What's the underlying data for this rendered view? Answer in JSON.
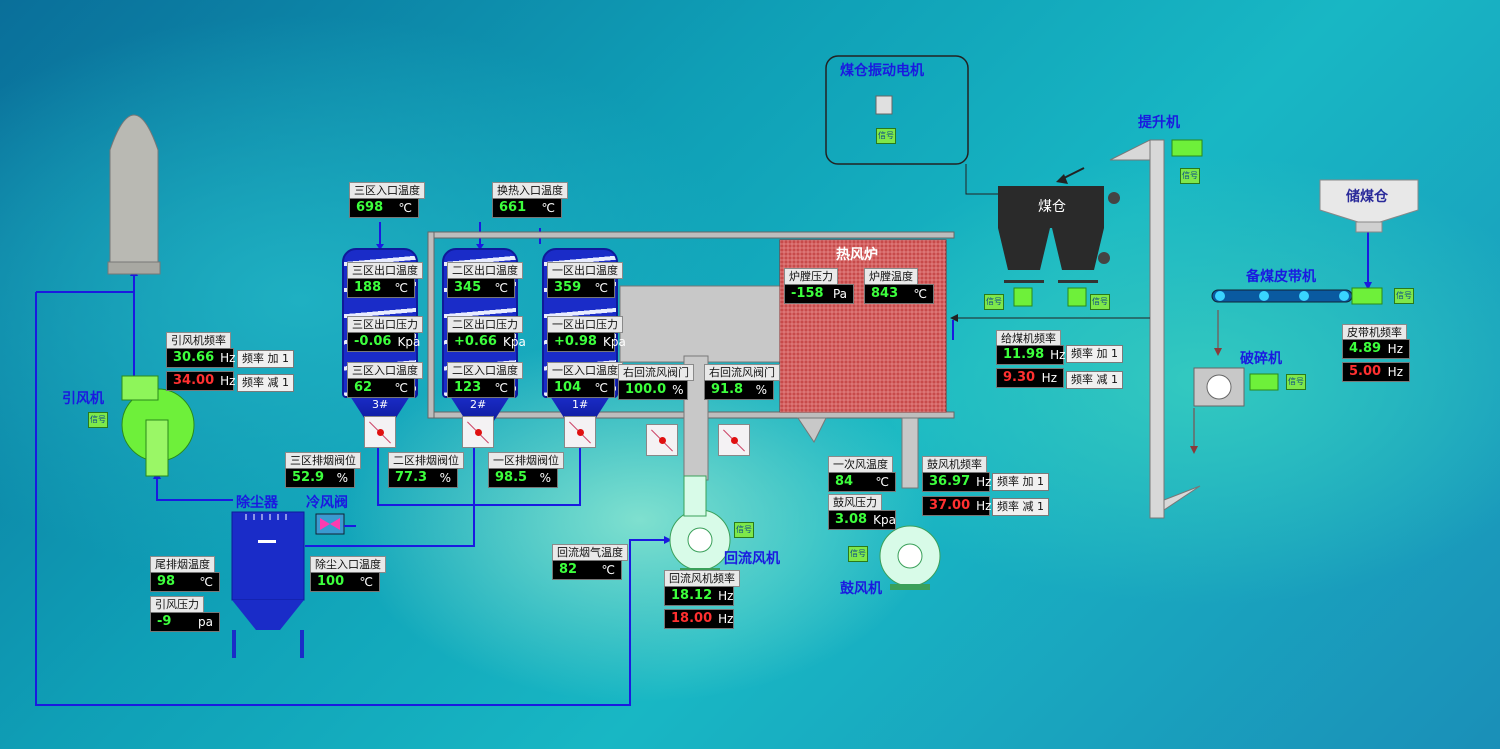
{
  "colors": {
    "pipe": "#1a1ae0",
    "value_green": "#3dff3d",
    "value_red": "#ff3030",
    "tag_green": "#7ee84a"
  },
  "icons": {
    "tag": "status-tag-icon",
    "valve": "damper-valve-icon",
    "fan": "fan-icon",
    "motor": "motor-icon"
  },
  "equipment": {
    "induced_fan": "引风机",
    "dust_collector": "除尘器",
    "cold_valve": "冷风阀",
    "return_fan": "回流风机",
    "blower": "鼓风机",
    "hot_furnace": "热风炉",
    "coal_bin": "煤仓",
    "coal_motor": "煤仓振动电机",
    "elevator": "提升机",
    "storage_bin": "储煤仓",
    "belt": "备煤皮带机",
    "crusher": "破碎机",
    "tower3": "3#",
    "tower2": "2#",
    "tower1": "1#",
    "tag_text": "信号"
  },
  "readings": {
    "zone3_inlet_temp": {
      "label": "三区入口温度",
      "value": "698",
      "unit": "℃"
    },
    "hx_inlet_temp": {
      "label": "换热入口温度",
      "value": "661",
      "unit": "℃"
    },
    "t3_out_temp": {
      "label": "三区出口温度",
      "value": "188",
      "unit": "℃"
    },
    "t3_out_press": {
      "label": "三区出口压力",
      "value": "-0.06",
      "unit": "Kpa"
    },
    "t3_in_temp": {
      "label": "三区入口温度",
      "value": "62",
      "unit": "℃"
    },
    "t2_out_temp": {
      "label": "二区出口温度",
      "value": "345",
      "unit": "℃"
    },
    "t2_out_press": {
      "label": "二区出口压力",
      "value": "+0.66",
      "unit": "Kpa"
    },
    "t2_in_temp": {
      "label": "二区入口温度",
      "value": "123",
      "unit": "℃"
    },
    "t1_out_temp": {
      "label": "一区出口温度",
      "value": "359",
      "unit": "℃"
    },
    "t1_out_press": {
      "label": "一区出口压力",
      "value": "+0.98",
      "unit": "Kpa"
    },
    "t1_in_temp": {
      "label": "一区入口温度",
      "value": "104",
      "unit": "℃"
    },
    "furnace_press": {
      "label": "炉膛压力",
      "value": "-158",
      "unit": "Pa"
    },
    "furnace_temp": {
      "label": "炉膛温度",
      "value": "843",
      "unit": "℃"
    },
    "right_return_valve1": {
      "label": "右回流风阀门",
      "value": "100.0",
      "unit": "%"
    },
    "right_return_valve2": {
      "label": "右回流风阀门",
      "value": "91.8",
      "unit": "%"
    },
    "zone3_exhaust_valve": {
      "label": "三区排烟阀位",
      "value": "52.9",
      "unit": "%"
    },
    "zone2_exhaust_valve": {
      "label": "二区排烟阀位",
      "value": "77.3",
      "unit": "%"
    },
    "zone1_exhaust_valve": {
      "label": "一区排烟阀位",
      "value": "98.5",
      "unit": "%"
    },
    "tail_exhaust_temp": {
      "label": "尾排烟温度",
      "value": "98",
      "unit": "℃"
    },
    "induced_press": {
      "label": "引风压力",
      "value": "-9",
      "unit": "pa"
    },
    "dust_inlet_temp": {
      "label": "除尘入口温度",
      "value": "100",
      "unit": "℃"
    },
    "return_smoke_temp": {
      "label": "回流烟气温度",
      "value": "82",
      "unit": "℃"
    },
    "primary_air_temp": {
      "label": "一次风温度",
      "value": "84",
      "unit": "℃"
    },
    "blower_press": {
      "label": "鼓风压力",
      "value": "3.08",
      "unit": "Kpa"
    }
  },
  "freqs": {
    "induced": {
      "label": "引风机频率",
      "actual": "30.66",
      "set": "34.00",
      "unit": "Hz"
    },
    "coal_feed": {
      "label": "给煤机频率",
      "actual": "11.98",
      "set": "9.30",
      "unit": "Hz"
    },
    "belt": {
      "label": "皮带机频率",
      "actual": "4.89",
      "set": "5.00",
      "unit": "Hz"
    },
    "return": {
      "label": "回流风机频率",
      "actual": "18.12",
      "set": "18.00",
      "unit": "Hz"
    },
    "blower": {
      "label": "鼓风机频率",
      "actual": "36.97",
      "set": "37.00",
      "unit": "Hz"
    }
  },
  "buttons": {
    "freq_up": "频率 加 1",
    "freq_down": "频率 减 1"
  }
}
